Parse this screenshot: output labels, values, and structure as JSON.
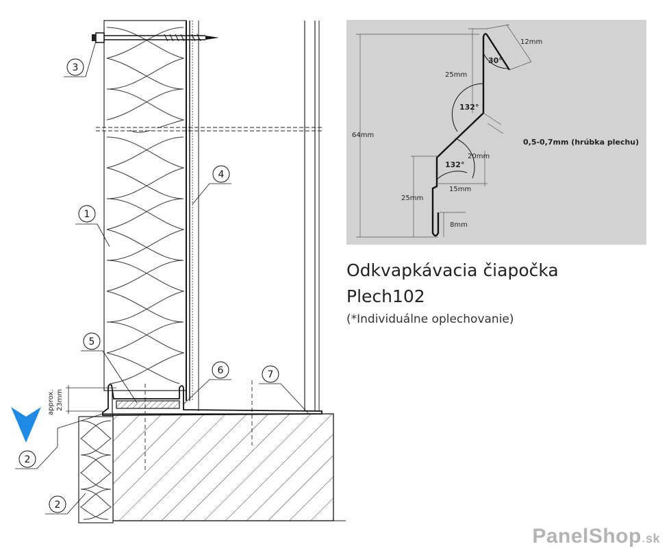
{
  "detail": {
    "title_line1": "Odkvapkávacia čiapočka",
    "title_line2": "Plech102",
    "title_line3": "(*Individuálne oplechovanie)"
  },
  "section": {
    "callouts": [
      "1",
      "2",
      "2",
      "3",
      "4",
      "5",
      "6",
      "7"
    ],
    "approx_label": "approx.",
    "approx_value": "23mm"
  },
  "profile": {
    "dim_total": "64mm",
    "dim_top_vertical": "25mm",
    "dim_top_lip": "12mm",
    "angle_top": "30°",
    "angle_upper": "132°",
    "angle_lower": "132°",
    "dim_diagonal": "20mm",
    "dim_step": "15mm",
    "dim_bottom_vertical": "25mm",
    "dim_hem": "8mm",
    "thickness_note": "0,5-0,7mm (hrúbka plechu)"
  },
  "brand": {
    "name": "PanelShop",
    "tld": "sk"
  },
  "colors": {
    "arrow": "#1f8be6",
    "panel_bg": "#d2d2d2",
    "line": "#1a1a1a"
  }
}
